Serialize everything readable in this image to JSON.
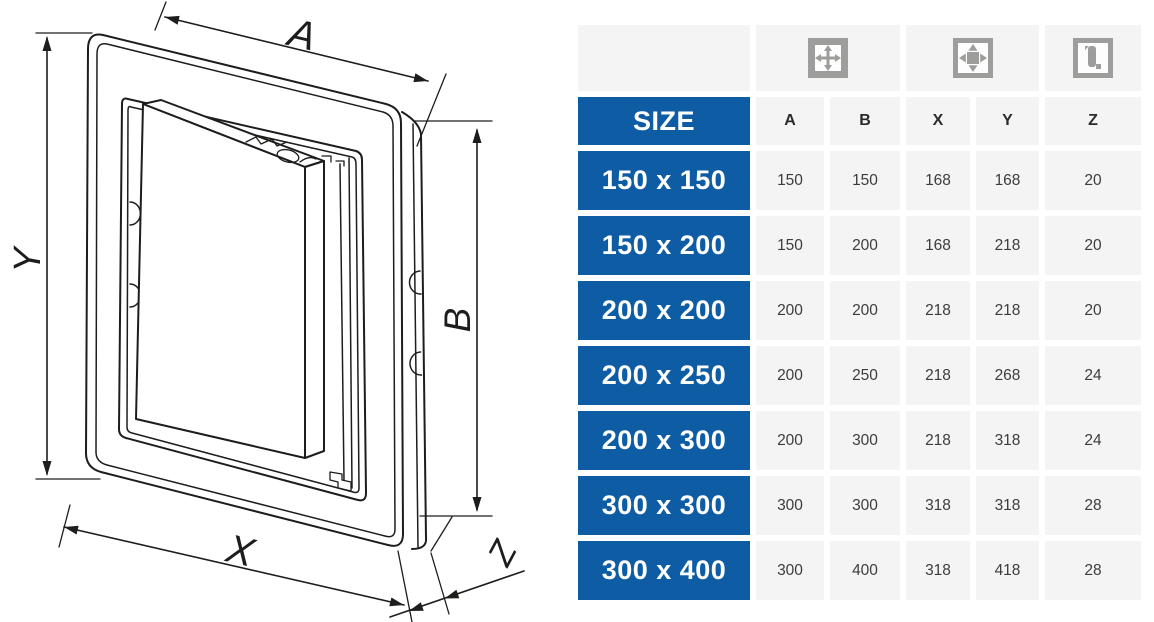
{
  "diagram": {
    "description": "access-panel-technical-drawing",
    "labels": {
      "a": "A",
      "b": "B",
      "x": "X",
      "y": "Y",
      "z": "Z"
    }
  },
  "table": {
    "size_header": "SIZE",
    "columns": {
      "a": "A",
      "b": "B",
      "x": "X",
      "y": "Y",
      "z": "Z"
    },
    "icons": {
      "inner": "inner-dimensions-icon",
      "outer": "outer-dimensions-icon",
      "depth": "depth-icon"
    },
    "rows": [
      {
        "size": "150 x 150",
        "a": "150",
        "b": "150",
        "x": "168",
        "y": "168",
        "z": "20"
      },
      {
        "size": "150 x 200",
        "a": "150",
        "b": "200",
        "x": "168",
        "y": "218",
        "z": "20"
      },
      {
        "size": "200 x 200",
        "a": "200",
        "b": "200",
        "x": "218",
        "y": "218",
        "z": "20"
      },
      {
        "size": "200 x 250",
        "a": "200",
        "b": "250",
        "x": "218",
        "y": "268",
        "z": "24"
      },
      {
        "size": "200 x 300",
        "a": "200",
        "b": "300",
        "x": "218",
        "y": "318",
        "z": "24"
      },
      {
        "size": "300 x 300",
        "a": "300",
        "b": "300",
        "x": "318",
        "y": "318",
        "z": "28"
      },
      {
        "size": "300 x 400",
        "a": "300",
        "b": "400",
        "x": "318",
        "y": "418",
        "z": "28"
      }
    ]
  },
  "colors": {
    "accent_blue": "#0e5ca4",
    "cell_gray": "#f4f4f4",
    "icon_gray": "#9d9d9c",
    "line_color": "#1d1d1b",
    "number_text": "#3c3c3b"
  }
}
